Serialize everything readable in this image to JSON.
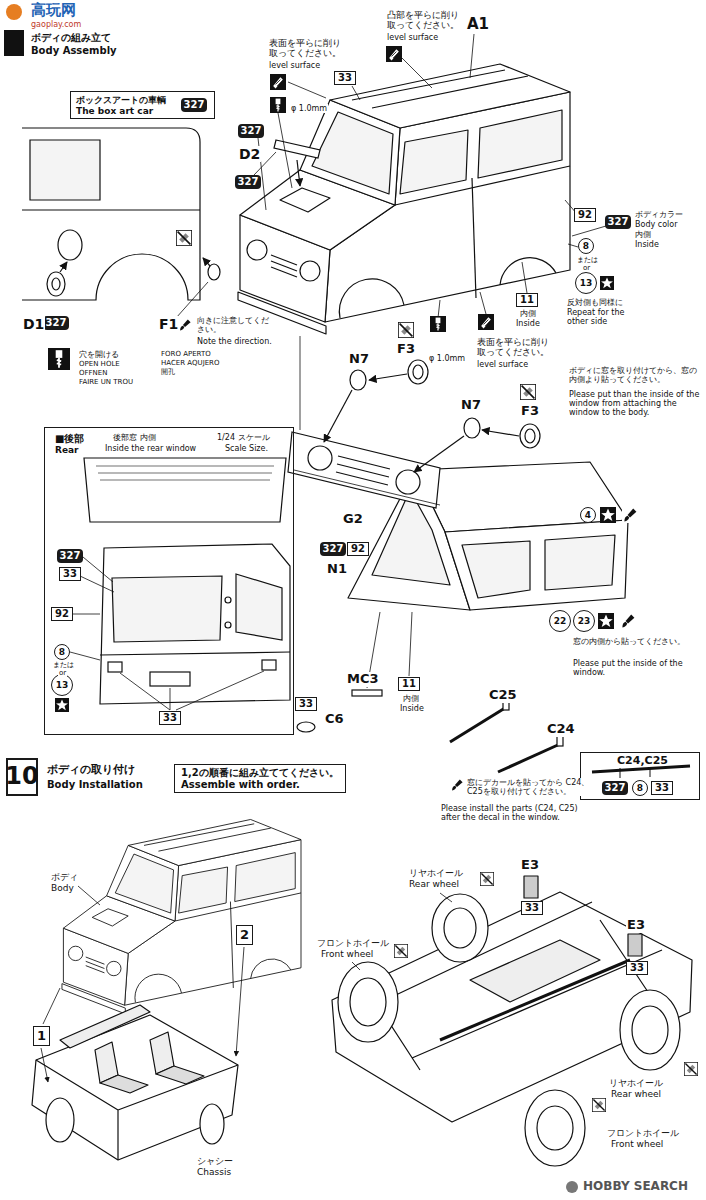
{
  "diagram": {
    "nodes": [
      {
        "text": [
          "33"
        ]
      },
      {
        "text": [
          "327"
        ]
      },
      {
        "text": [
          "ボックスアートの車輌",
          "The box art car"
        ]
      },
      {
        "text": [
          "327"
        ],
        "in": 2
      },
      {
        "text": [
          "327"
        ]
      },
      {
        "text": [
          "92"
        ]
      },
      {
        "text": [
          "327"
        ]
      },
      {
        "text": [
          "8"
        ]
      },
      {
        "text": [
          "13"
        ]
      },
      {
        "text": [
          "11"
        ]
      },
      {
        "text": [
          "327"
        ]
      },
      {
        "text": [
          "327"
        ]
      },
      {
        "text": [
          "92"
        ]
      },
      {
        "text": [
          "■後部",
          "Rear",
          "後部窓 内側",
          "Inside the rear window",
          "1/24 スケール",
          "Scale Size."
        ]
      },
      {
        "text": [
          "327"
        ],
        "in": 13
      },
      {
        "text": [
          "33"
        ],
        "in": 13
      },
      {
        "text": [
          "92"
        ],
        "in": 13
      },
      {
        "text": [
          "8"
        ],
        "in": 13
      },
      {
        "text": [
          "13"
        ],
        "in": 13
      },
      {
        "text": [
          "33"
        ],
        "in": 13
      },
      {
        "text": [
          "4"
        ]
      },
      {
        "text": [
          "22"
        ]
      },
      {
        "text": [
          "23"
        ]
      },
      {
        "text": [
          "11"
        ]
      },
      {
        "text": [
          "33"
        ]
      },
      {
        "text": [
          "C24,C25"
        ]
      },
      {
        "text": [
          "327"
        ],
        "in": 25
      },
      {
        "text": [
          "8"
        ],
        "in": 25
      },
      {
        "text": [
          "33"
        ],
        "in": 25
      },
      {
        "text": [
          "10"
        ]
      },
      {
        "text": [
          "1,2の順番に組み立ててください。",
          "Assemble with order."
        ]
      },
      {
        "text": [
          "33"
        ]
      },
      {
        "text": [
          "33"
        ]
      },
      {
        "text": [
          "2"
        ]
      },
      {
        "text": [
          "1"
        ]
      }
    ],
    "labels": [
      "高玩网",
      "gaoplay.com",
      "ボディの組み立て",
      "Body Assembly",
      "凸部を平らに削り取ってください。",
      "level surface",
      "A1",
      "表面を平らに削り取ってください。",
      "level surface",
      "φ 1.0mm",
      "D2",
      "D1",
      "F1",
      "向きに注意してください。",
      "Note the direction.",
      "穴を開ける",
      "OPEN HOLE",
      "OFFNEN",
      "FAIRE UN TROU",
      "FORO APERTO",
      "HACER AQUJERO",
      "開孔",
      "ボディカラー",
      "Body color",
      "内側",
      "Inside",
      "または",
      "or",
      "反対側も同様に",
      "Repeat for the other side",
      "内側",
      "Inside",
      "表面を平らに削り取ってください。",
      "level surface",
      "φ 1.0mm",
      "N7",
      "F3",
      "N7",
      "F3",
      "ボディに窓を取り付けてから、窓の内側より貼ってください。",
      "Please put than the inside of the window from attaching the window to the body.",
      "G2",
      "N1",
      "窓の内側から貼ってください。",
      "Please put the inside of the window.",
      "MC3",
      "C6",
      "内側",
      "Inside",
      "C25",
      "C24",
      "窓にデカールを貼ってから C24、C25を取り付けてください。",
      "Please install the parts (C24, C25) after the decal in the window.",
      "ボディの取り付け",
      "Body Installation",
      "ボディ",
      "Body",
      "シャシー",
      "Chassis",
      "リヤホイール",
      "Rear wheel",
      "E3",
      "E3",
      "フロントホイール",
      "Front wheel",
      "リヤホイール",
      "Rear wheel",
      "フロントホイール",
      "Front wheel",
      "HOBBY SEARCH",
      "または",
      "or"
    ]
  }
}
